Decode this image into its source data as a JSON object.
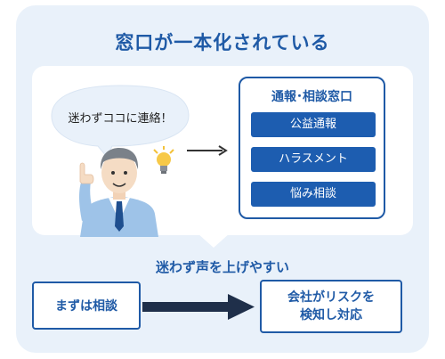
{
  "title": "窓口が一本化されている",
  "bubble": {
    "text": "迷わずココに連絡！"
  },
  "window": {
    "title": "通報･相談窓口",
    "buttons": [
      "公益通報",
      "ハラスメント",
      "悩み相談"
    ]
  },
  "caption": "迷わず声を上げやすい",
  "flow": {
    "left": "まずは相談",
    "right_line1": "会社がリスクを",
    "right_line2": "検知し対応"
  },
  "colors": {
    "accent": "#1f5aa6",
    "button": "#1d5db0",
    "background": "#e9f1fa"
  }
}
